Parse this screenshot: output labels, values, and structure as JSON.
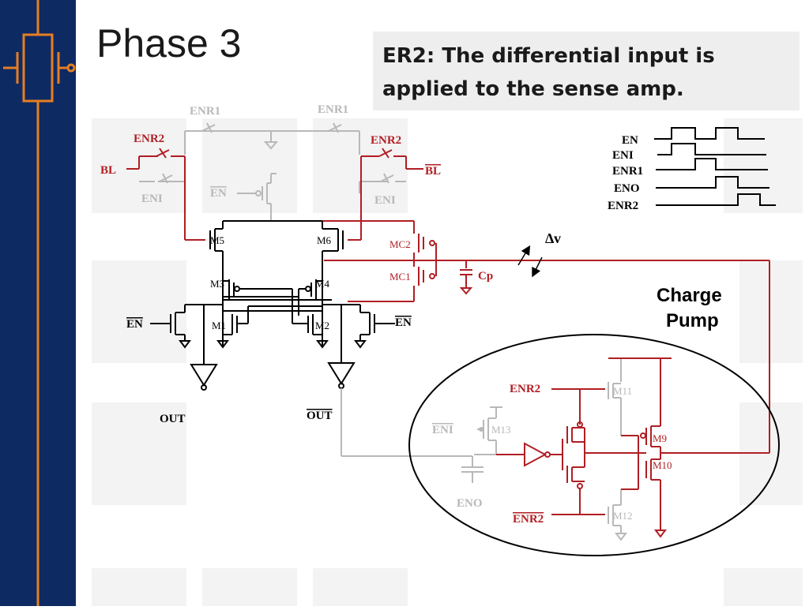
{
  "slide": {
    "title": "Phase 3",
    "callout": "ER2: The differential input is applied to the sense amp."
  },
  "colors": {
    "active": "#b01e23",
    "inactive": "#b8b8b8",
    "wire": "#000000",
    "navy": "#0e2a63",
    "accent": "#e67e22"
  },
  "labels": {
    "enr1_left": "ENR1",
    "enr1_right": "ENR1",
    "enr2_left": "ENR2",
    "enr2_right": "ENR2",
    "bl_left": "BL",
    "bl_right": "BL",
    "eni_left": "ENI",
    "eni_right": "ENI",
    "en_bar_top": "EN",
    "en_bar_left": "EN",
    "en_bar_right": "EN",
    "m1": "M1",
    "m2": "M2",
    "m3": "M3",
    "m4": "M4",
    "m5": "M5",
    "m6": "M6",
    "mc1": "MC1",
    "mc2": "MC2",
    "cp": "Cp",
    "delta_v": "∆v",
    "out": "OUT",
    "out_bar": "OUT",
    "charge_pump_line1": "Charge",
    "charge_pump_line2": "Pump",
    "cp_enr2": "ENR2",
    "cp_enr2_bar": "ENR2",
    "cp_eni_bar": "ENI",
    "cp_eno": "ENO",
    "m9": "M9",
    "m10": "M10",
    "m11": "M11",
    "m12": "M12",
    "m13": "M13"
  },
  "timing": {
    "signals": [
      "EN",
      "ENI",
      "ENR1",
      "ENO",
      "ENR2"
    ]
  }
}
